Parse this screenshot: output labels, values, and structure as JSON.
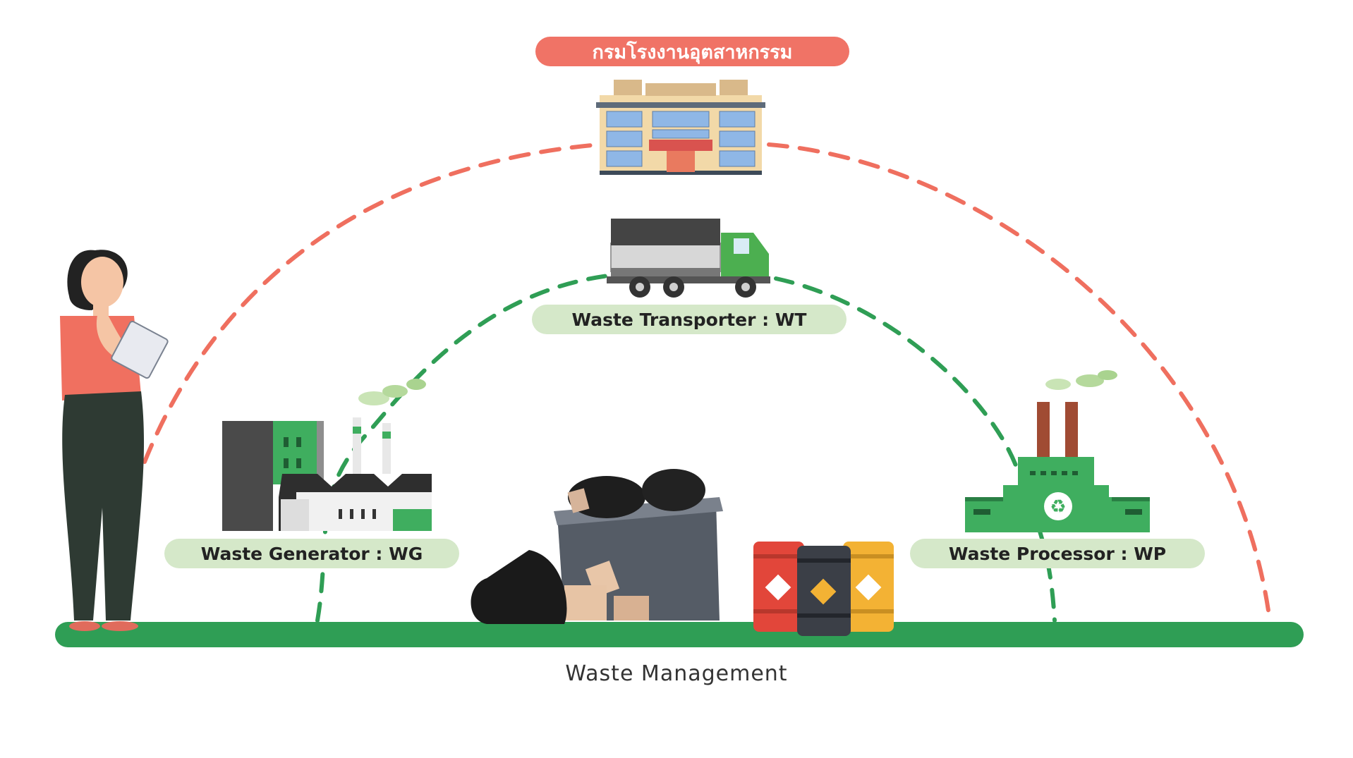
{
  "authority": {
    "label": "กรมโรงงานอุตสาหกรรม"
  },
  "transporter": {
    "label": "Waste Transporter : WT"
  },
  "generator": {
    "label": "Waste Generator : WG"
  },
  "processor": {
    "label": "Waste Processor : WP"
  },
  "caption": "Waste Management",
  "colors": {
    "red_accent": "#ef6f5f",
    "green_accent": "#2f9e55",
    "pill_green": "#d5e8c9",
    "ground": "#2f9e55",
    "text_dark": "#222222"
  }
}
